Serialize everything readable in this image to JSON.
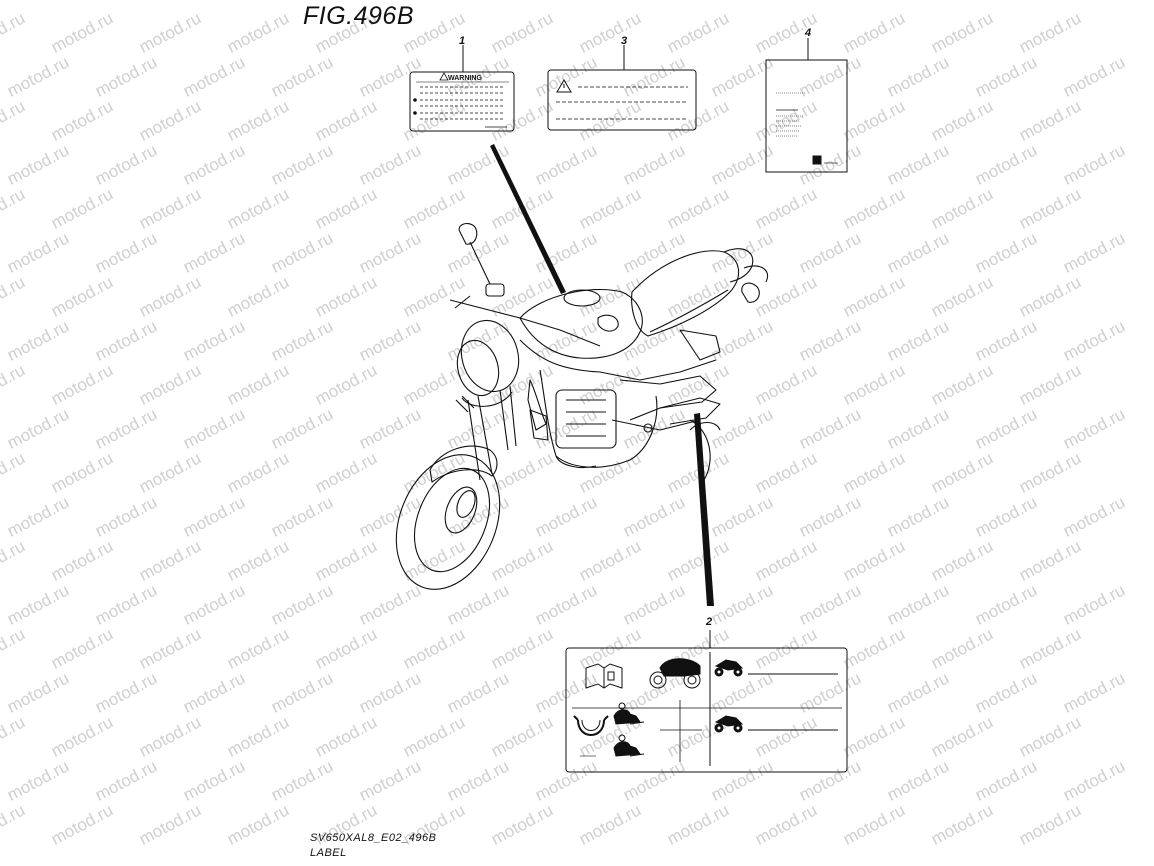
{
  "figure": {
    "title": "FIG.496B",
    "code": "SV650XAL8_E02_496B",
    "caption": "LABEL"
  },
  "callouts": [
    "1",
    "2",
    "3",
    "4"
  ],
  "labels": {
    "warning_heading": "WARNING"
  },
  "watermark": {
    "text": "motod.ru"
  },
  "colors": {
    "line": "#111111",
    "watermark": "#cfcfcf",
    "background": "#ffffff"
  }
}
